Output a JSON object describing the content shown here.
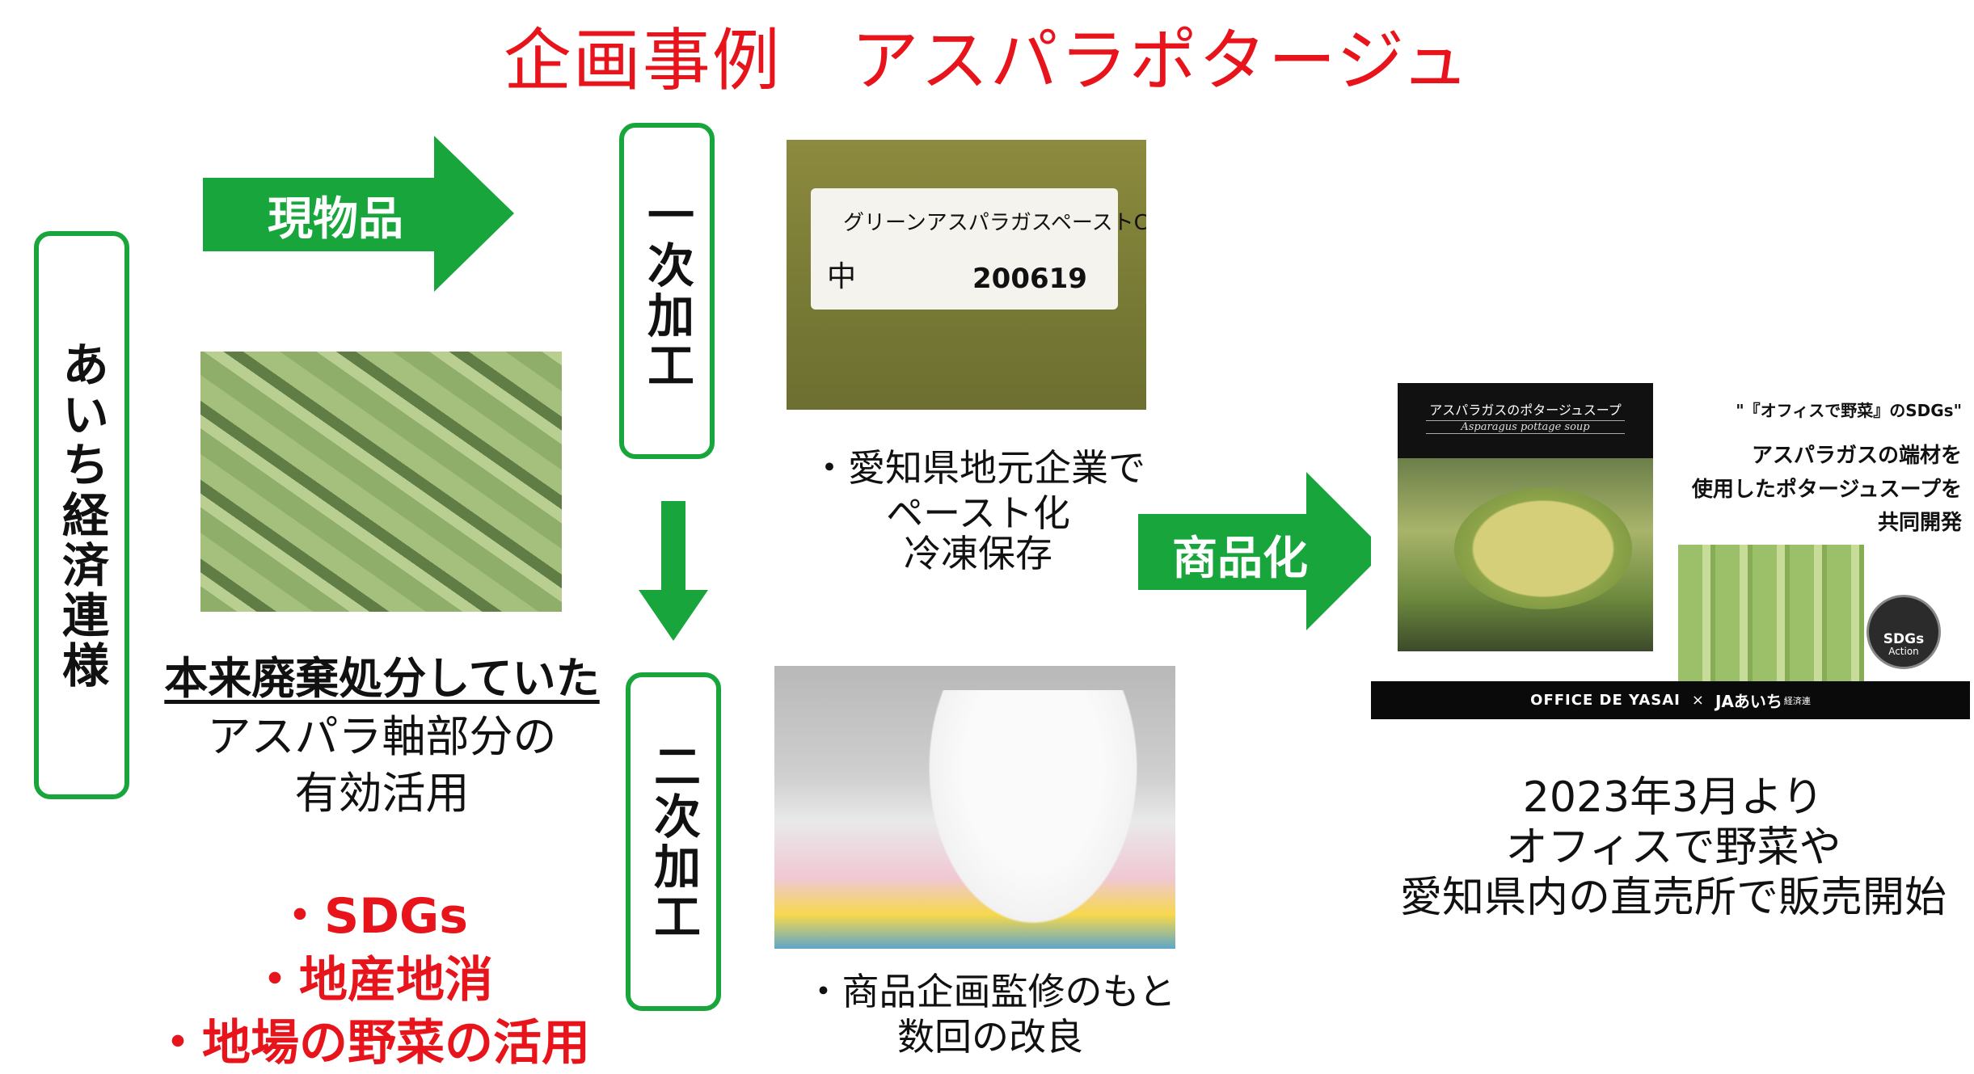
{
  "title": "企画事例　アスパラポタージュ",
  "client_box": {
    "label": "あいち経済連様"
  },
  "arrow_genbutsu": {
    "label": "現物品",
    "color": "#17a53c"
  },
  "primary_box": {
    "label": "一次加工"
  },
  "secondary_box": {
    "label": "二次加工"
  },
  "paste_photo": {
    "label_line1": "グリーンアスパラガスペーストC国産",
    "mark": "中",
    "number": "200619"
  },
  "paste_caption": [
    "・愛知県地元企業で",
    "ペースト化",
    "冷凍保存"
  ],
  "secondary_caption": [
    "・商品企画監修のもと",
    "数回の改良"
  ],
  "waste_text": {
    "heading": "本来廃棄処分していた",
    "line2": "アスパラ軸部分の",
    "line3": "有効活用"
  },
  "goals": [
    "・SDGs",
    "・地産地消",
    "・地場の野菜の活用"
  ],
  "arrow_product": {
    "label": "商品化"
  },
  "product": {
    "package_title": "アスパラガスのポタージュスープ",
    "package_subtitle": "Asparagus pottage soup",
    "tagline": "\"『オフィスで野菜』のSDGs\"",
    "headline": [
      "アスパラガスの端材を",
      "使用したポタージュスープを",
      "共同開発"
    ],
    "badge_line1": "SDGs",
    "badge_line2": "Action",
    "brand_left": "OFFICE DE YASAI",
    "brand_x": "×",
    "brand_right": "JAあいち",
    "brand_right_small": "経済連"
  },
  "release_text": [
    "2023年3月より",
    "オフィスで野菜や",
    "愛知県内の直売所で販売開始"
  ],
  "colors": {
    "accent_red": "#e8141c",
    "green": "#17a53c"
  }
}
